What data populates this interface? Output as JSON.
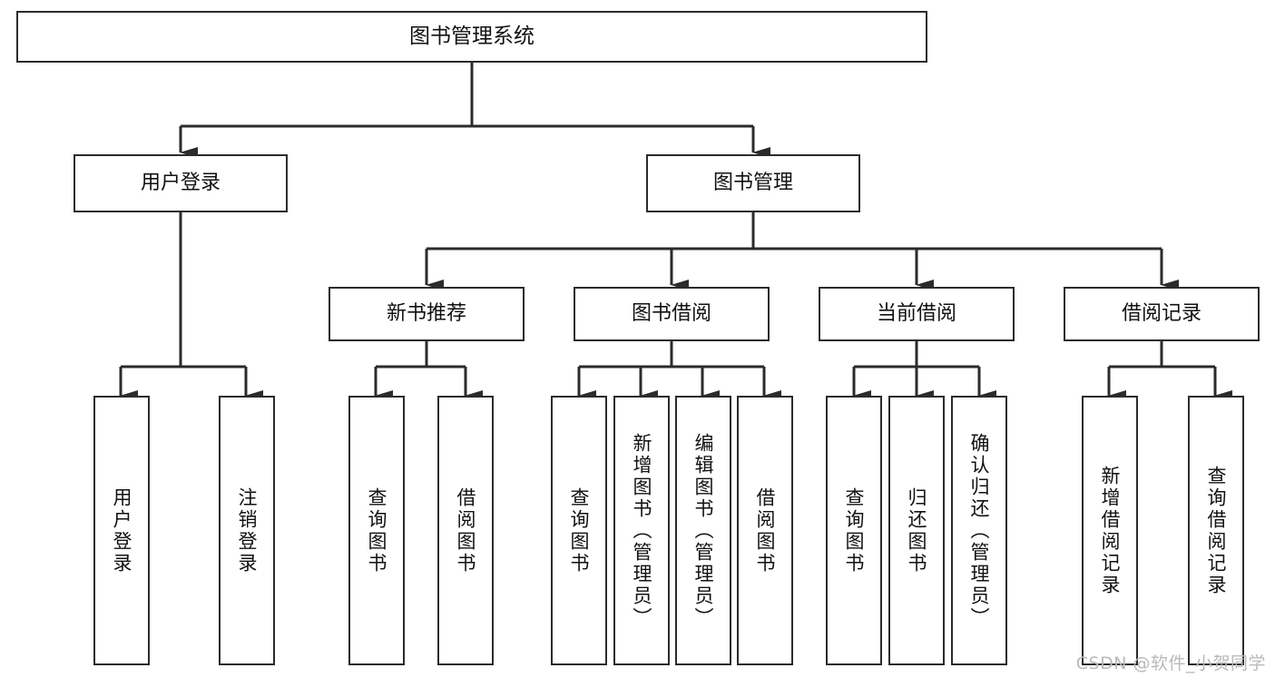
{
  "diagram": {
    "title": "图书管理系统",
    "type": "tree-hierarchy-chart",
    "watermark": "CSDN @软件_小贺同学",
    "colors": {
      "stroke": "#2b2b2b",
      "fill": "#ffffff",
      "text": "#111111",
      "watermark": "#b9b9b9"
    }
  },
  "nodes": {
    "root": {
      "label": "图书管理系统"
    },
    "level2": [
      {
        "label": "用户登录"
      },
      {
        "label": "图书管理"
      }
    ],
    "level3": [
      {
        "label": "新书推荐"
      },
      {
        "label": "图书借阅"
      },
      {
        "label": "当前借阅"
      },
      {
        "label": "借阅记录"
      }
    ],
    "leaves": {
      "user_login": [
        {
          "label": "用户登录"
        },
        {
          "label": "注销登录"
        }
      ],
      "new_book_recommend": [
        {
          "label": "查询图书"
        },
        {
          "label": "借阅图书"
        }
      ],
      "book_borrow": [
        {
          "label": "查询图书"
        },
        {
          "label": "新增图书（管理员）"
        },
        {
          "label": "编辑图书（管理员）"
        },
        {
          "label": "借阅图书"
        }
      ],
      "current_borrow": [
        {
          "label": "查询图书"
        },
        {
          "label": "归还图书"
        },
        {
          "label": "确认归还（管理员）"
        }
      ],
      "borrow_record": [
        {
          "label": "新增借阅记录"
        },
        {
          "label": "查询借阅记录"
        }
      ]
    }
  },
  "chart_data": {
    "type": "tree",
    "title": "图书管理系统",
    "root": "图书管理系统",
    "edges": [
      {
        "from": "图书管理系统",
        "to": "用户登录"
      },
      {
        "from": "图书管理系统",
        "to": "图书管理"
      },
      {
        "from": "用户登录",
        "to": "用户登录"
      },
      {
        "from": "用户登录",
        "to": "注销登录"
      },
      {
        "from": "图书管理",
        "to": "新书推荐"
      },
      {
        "from": "图书管理",
        "to": "图书借阅"
      },
      {
        "from": "图书管理",
        "to": "当前借阅"
      },
      {
        "from": "图书管理",
        "to": "借阅记录"
      },
      {
        "from": "新书推荐",
        "to": "查询图书"
      },
      {
        "from": "新书推荐",
        "to": "借阅图书"
      },
      {
        "from": "图书借阅",
        "to": "查询图书"
      },
      {
        "from": "图书借阅",
        "to": "新增图书（管理员）"
      },
      {
        "from": "图书借阅",
        "to": "编辑图书（管理员）"
      },
      {
        "from": "图书借阅",
        "to": "借阅图书"
      },
      {
        "from": "当前借阅",
        "to": "查询图书"
      },
      {
        "from": "当前借阅",
        "to": "归还图书"
      },
      {
        "from": "当前借阅",
        "to": "确认归还（管理员）"
      },
      {
        "from": "借阅记录",
        "to": "新增借阅记录"
      },
      {
        "from": "借阅记录",
        "to": "查询借阅记录"
      }
    ],
    "levels": 4,
    "node_count": 20
  }
}
